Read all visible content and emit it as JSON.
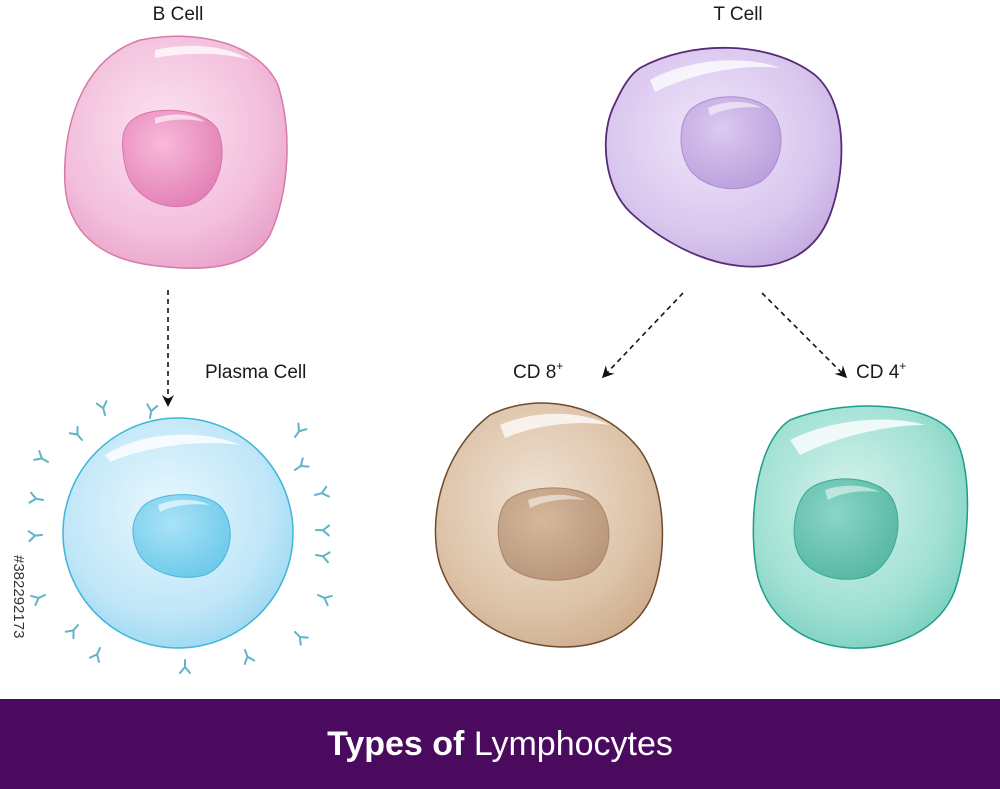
{
  "labels": {
    "b_cell": "B Cell",
    "t_cell": "T Cell",
    "plasma_cell": "Plasma Cell",
    "cd8": "CD 8",
    "cd4": "CD 4",
    "superscript": "+"
  },
  "footer": {
    "bold": "Types of",
    "light": "Lymphocytes"
  },
  "stock_id": "#382292173",
  "colors": {
    "b_cell": "#f3bfdc",
    "t_cell": "#d9c6ee",
    "plasma_cell": "#bfe6f8",
    "cd8": "#ddc3a8",
    "cd4": "#9fe0d3",
    "footer": "#4a0a5e"
  }
}
